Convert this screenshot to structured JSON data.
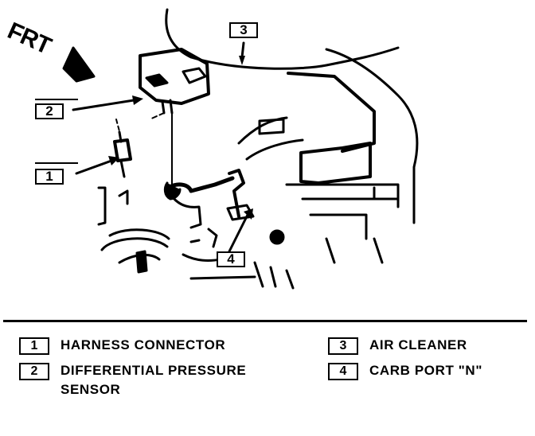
{
  "orientation": {
    "label": "FRT"
  },
  "callouts": [
    {
      "number": "1"
    },
    {
      "number": "2"
    },
    {
      "number": "3"
    },
    {
      "number": "4"
    }
  ],
  "legend": [
    {
      "number": "1",
      "text": "HARNESS CONNECTOR"
    },
    {
      "number": "2",
      "text": "DIFFERENTIAL PRESSURE SENSOR"
    },
    {
      "number": "3",
      "text": "AIR CLEANER"
    },
    {
      "number": "4",
      "text": "CARB PORT \"N\""
    }
  ]
}
